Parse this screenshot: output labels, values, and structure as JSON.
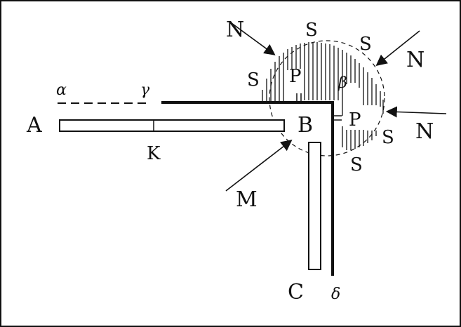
{
  "labels": {
    "A": "A",
    "K": "K",
    "B": "B",
    "M": "M",
    "C": "C",
    "delta": "δ",
    "alpha": "α",
    "gamma": "γ",
    "beta": "β",
    "P1": "P",
    "P2": "P",
    "N1": "N",
    "N2": "N",
    "N3": "N",
    "S1": "S",
    "S2": "S",
    "S3": "S",
    "S4": "S",
    "S5": "S"
  },
  "colors": {
    "ink": "#111111",
    "background": "#ffffff"
  }
}
